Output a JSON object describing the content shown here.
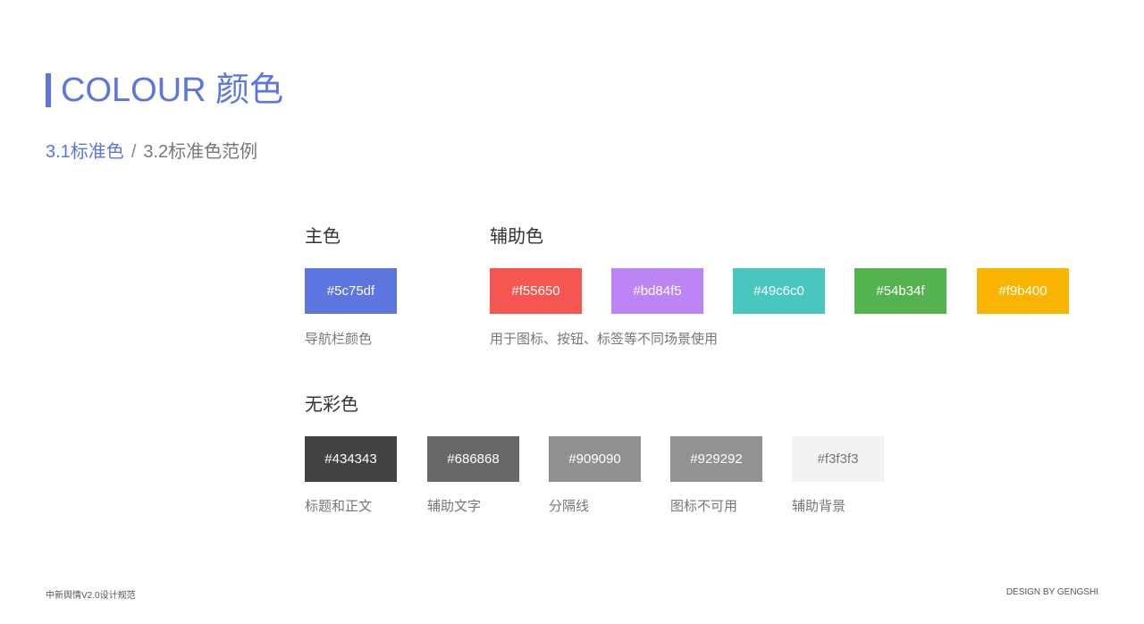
{
  "header": {
    "title": "COLOUR 颜色",
    "accent_color": "#5c75df"
  },
  "subnav": {
    "active": "3.1标准色",
    "separator": "/",
    "inactive": "3.2标准色范例"
  },
  "primary": {
    "title": "主色",
    "swatches": [
      {
        "hex": "#5c75df",
        "label": "#5c75df",
        "text_color": "#ffffff"
      }
    ],
    "caption": "导航栏颜色"
  },
  "secondary": {
    "title": "辅助色",
    "swatches": [
      {
        "hex": "#f55650",
        "label": "#f55650",
        "text_color": "#ffffff"
      },
      {
        "hex": "#bd84f5",
        "label": "#bd84f5",
        "text_color": "#ffffff"
      },
      {
        "hex": "#49c6c0",
        "label": "#49c6c0",
        "text_color": "#ffffff"
      },
      {
        "hex": "#54b34f",
        "label": "#54b34f",
        "text_color": "#ffffff"
      },
      {
        "hex": "#f9b400",
        "label": "#f9b400",
        "text_color": "#ffffff"
      }
    ],
    "caption": "用于图标、按钮、标签等不同场景使用"
  },
  "neutral": {
    "title": "无彩色",
    "swatches": [
      {
        "hex": "#434343",
        "label": "#434343",
        "text_color": "#ffffff",
        "caption": "标题和正文"
      },
      {
        "hex": "#686868",
        "label": "#686868",
        "text_color": "#ffffff",
        "caption": "辅助文字"
      },
      {
        "hex": "#909090",
        "label": "#909090",
        "text_color": "#ffffff",
        "caption": "分隔线"
      },
      {
        "hex": "#929292",
        "label": "#929292",
        "text_color": "#ffffff",
        "caption": "图标不可用"
      },
      {
        "hex": "#f3f3f3",
        "label": "#f3f3f3",
        "text_color": "#777777",
        "caption": "辅助背景"
      }
    ]
  },
  "footer": {
    "left": "中新舆情V2.0设计规范",
    "right": "DESIGN BY GENGSHI"
  }
}
